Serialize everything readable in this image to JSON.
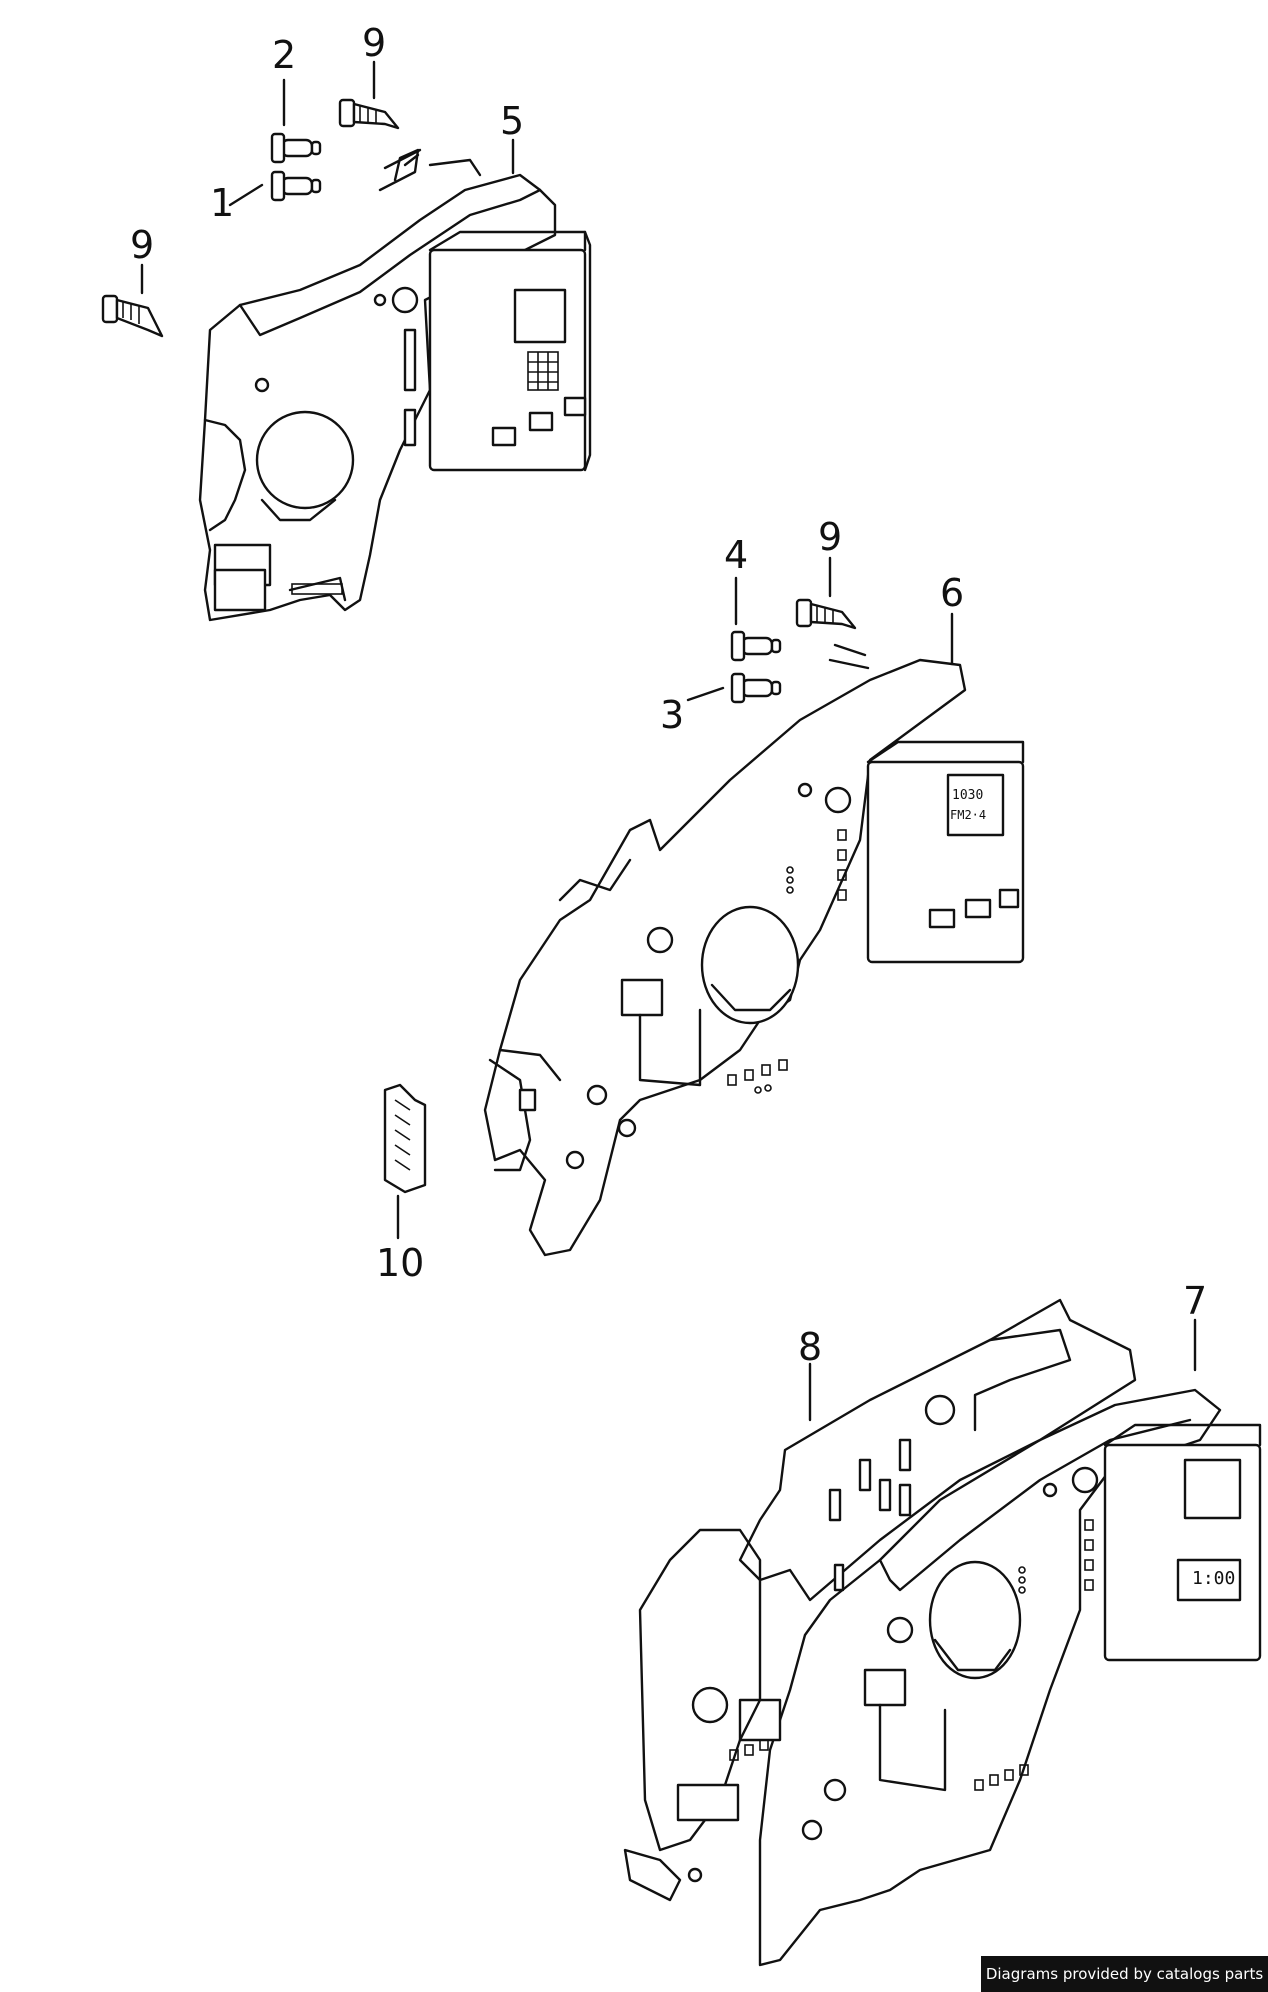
{
  "callouts": {
    "c1": "1",
    "c2": "2",
    "c3": "3",
    "c4": "4",
    "c5": "5",
    "c6": "6",
    "c7": "7",
    "c8": "8",
    "c9a": "9",
    "c9b": "9",
    "c9c": "9",
    "c10": "10"
  },
  "credit": "Diagrams provided by catalogs parts",
  "display": {
    "line1": "1030",
    "line2": "FM2·4",
    "clock": "1:00"
  }
}
